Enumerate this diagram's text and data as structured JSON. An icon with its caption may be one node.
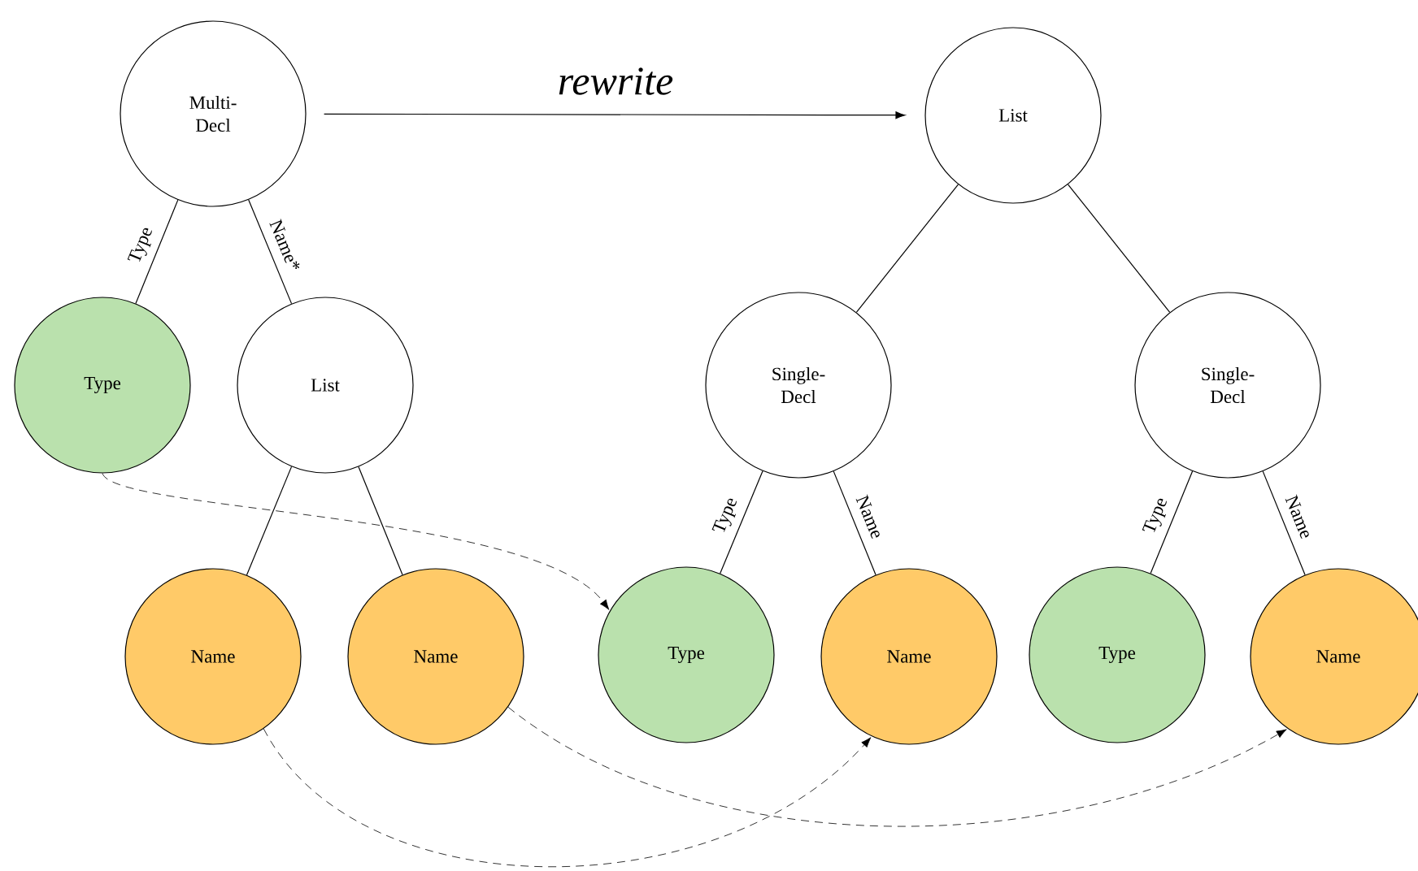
{
  "diagram": {
    "nodes": [
      {
        "text": [
          "Multi-Decl"
        ]
      },
      {
        "text": [
          "Type"
        ]
      },
      {
        "text": [
          "List"
        ]
      },
      {
        "text": [
          "Name"
        ]
      },
      {
        "text": [
          "Name"
        ]
      },
      {
        "text": [
          "List"
        ]
      },
      {
        "text": [
          "Single-Decl"
        ]
      },
      {
        "text": [
          "Single-Decl"
        ]
      },
      {
        "text": [
          "Type"
        ]
      },
      {
        "text": [
          "Name"
        ]
      },
      {
        "text": [
          "Type"
        ]
      },
      {
        "text": [
          "Name"
        ]
      }
    ],
    "edges": [
      {
        "from": 0,
        "to": 5,
        "arrow": "to",
        "label": "rewrite"
      },
      {
        "from": 0,
        "to": 1,
        "arrow": "none",
        "label": "Type"
      },
      {
        "from": 0,
        "to": 2,
        "arrow": "none",
        "label": "Name*"
      },
      {
        "from": 2,
        "to": 3,
        "arrow": "none"
      },
      {
        "from": 2,
        "to": 4,
        "arrow": "none"
      },
      {
        "from": 5,
        "to": 6,
        "arrow": "none"
      },
      {
        "from": 5,
        "to": 7,
        "arrow": "none"
      },
      {
        "from": 6,
        "to": 8,
        "arrow": "none",
        "label": "Type"
      },
      {
        "from": 6,
        "to": 9,
        "arrow": "none",
        "label": "Name"
      },
      {
        "from": 7,
        "to": 10,
        "arrow": "none",
        "label": "Type"
      },
      {
        "from": 7,
        "to": 11,
        "arrow": "none",
        "label": "Name"
      },
      {
        "from": 1,
        "to": 8,
        "arrow": "to",
        "style": "dashed"
      },
      {
        "from": 3,
        "to": 9,
        "arrow": "to",
        "style": "dashed"
      },
      {
        "from": 4,
        "to": 11,
        "arrow": "to",
        "style": "dashed"
      }
    ]
  }
}
